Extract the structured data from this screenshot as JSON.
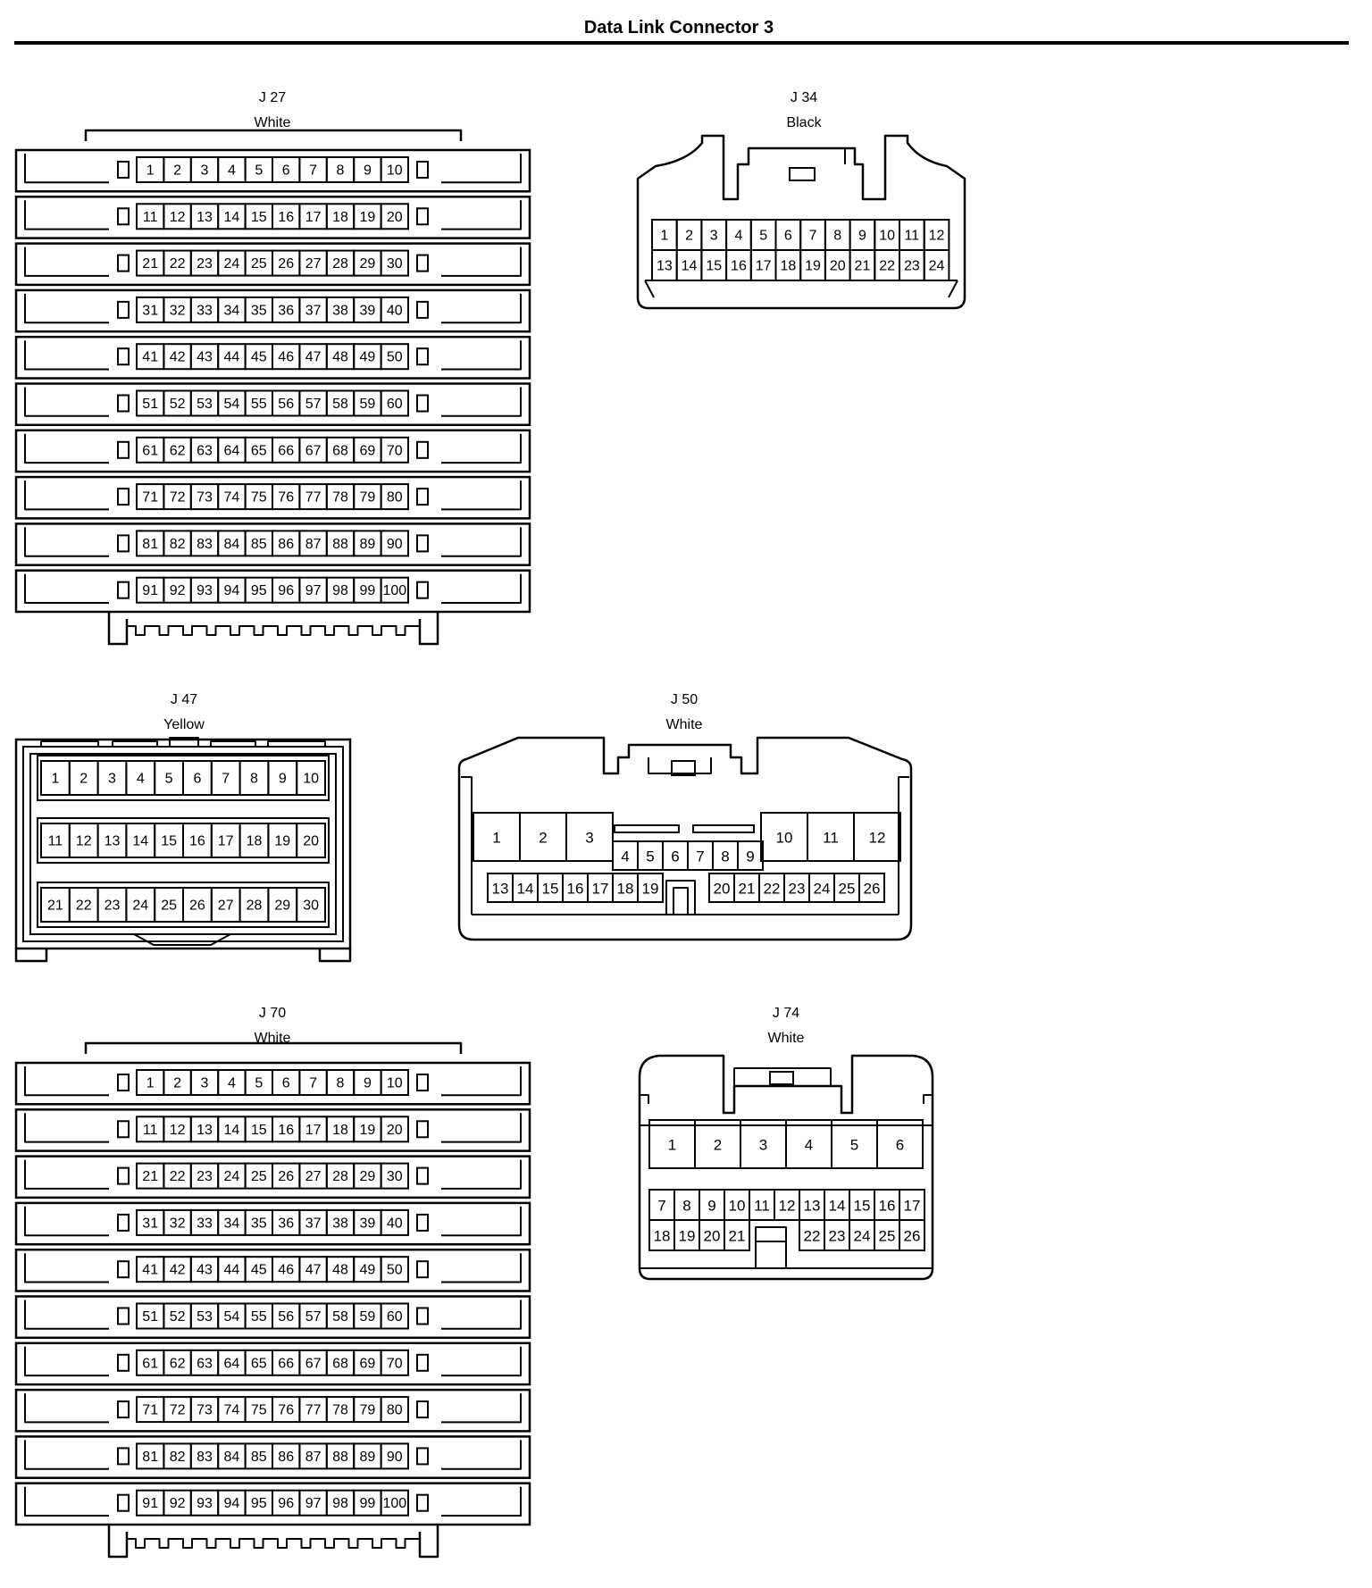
{
  "title": "Data Link Connector 3",
  "connectors": {
    "j27": {
      "id": "J 27",
      "color": "White",
      "rows": 10,
      "cols": 10
    },
    "j34": {
      "id": "J 34",
      "color": "Black",
      "rows": 2,
      "cols": 12
    },
    "j47": {
      "id": "J 47",
      "color": "Yellow",
      "rows": 3,
      "cols": 10
    },
    "j50": {
      "id": "J 50",
      "color": "White",
      "pins": 26
    },
    "j70": {
      "id": "J 70",
      "color": "White",
      "rows": 10,
      "cols": 10
    },
    "j74": {
      "id": "J 74",
      "color": "White",
      "pins": 26
    }
  }
}
